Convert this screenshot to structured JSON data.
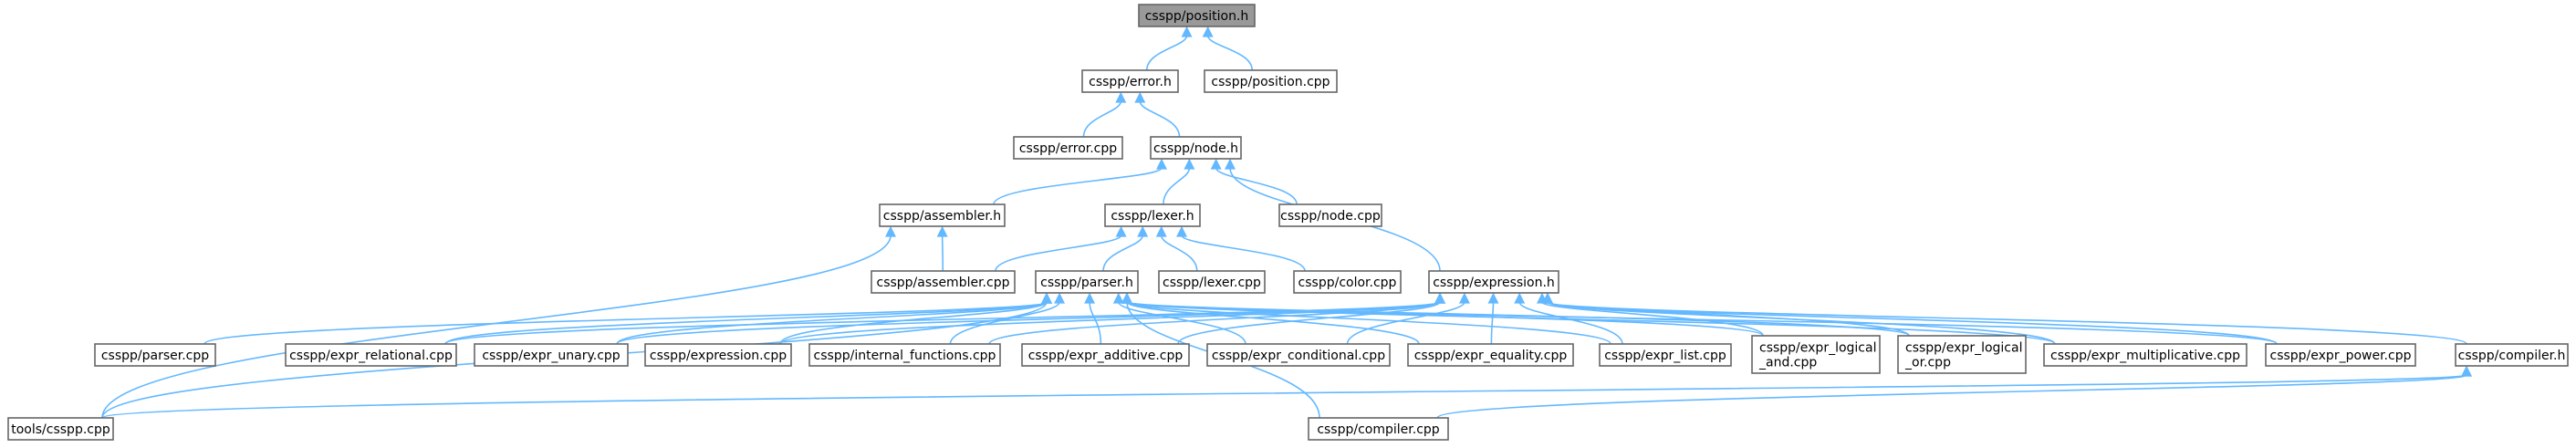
{
  "diagram": {
    "type": "include-dependency-graph",
    "colors": {
      "edge": "#63b8ff",
      "root_fill": "#999999",
      "node_fill": "#ffffff",
      "node_border": "#666666"
    },
    "root": "csspp/position.h",
    "nodes": [
      {
        "id": "position_h",
        "lines": [
          "csspp/position.h"
        ],
        "root": true
      },
      {
        "id": "error_h",
        "lines": [
          "csspp/error.h"
        ]
      },
      {
        "id": "position_cpp",
        "lines": [
          "csspp/position.cpp"
        ]
      },
      {
        "id": "error_cpp",
        "lines": [
          "csspp/error.cpp"
        ]
      },
      {
        "id": "node_h",
        "lines": [
          "csspp/node.h"
        ]
      },
      {
        "id": "assembler_h",
        "lines": [
          "csspp/assembler.h"
        ]
      },
      {
        "id": "lexer_h",
        "lines": [
          "csspp/lexer.h"
        ]
      },
      {
        "id": "node_cpp",
        "lines": [
          "csspp/node.cpp"
        ]
      },
      {
        "id": "assembler_cpp",
        "lines": [
          "csspp/assembler.cpp"
        ]
      },
      {
        "id": "parser_h",
        "lines": [
          "csspp/parser.h"
        ]
      },
      {
        "id": "lexer_cpp",
        "lines": [
          "csspp/lexer.cpp"
        ]
      },
      {
        "id": "color_cpp",
        "lines": [
          "csspp/color.cpp"
        ]
      },
      {
        "id": "expression_h",
        "lines": [
          "csspp/expression.h"
        ]
      },
      {
        "id": "parser_cpp",
        "lines": [
          "csspp/parser.cpp"
        ]
      },
      {
        "id": "expr_relational_cpp",
        "lines": [
          "csspp/expr_relational.cpp"
        ]
      },
      {
        "id": "expr_unary_cpp",
        "lines": [
          "csspp/expr_unary.cpp"
        ]
      },
      {
        "id": "expression_cpp",
        "lines": [
          "csspp/expression.cpp"
        ]
      },
      {
        "id": "internal_functions_cpp",
        "lines": [
          "csspp/internal_functions.cpp"
        ]
      },
      {
        "id": "expr_additive_cpp",
        "lines": [
          "csspp/expr_additive.cpp"
        ]
      },
      {
        "id": "expr_conditional_cpp",
        "lines": [
          "csspp/expr_conditional.cpp"
        ]
      },
      {
        "id": "expr_equality_cpp",
        "lines": [
          "csspp/expr_equality.cpp"
        ]
      },
      {
        "id": "expr_list_cpp",
        "lines": [
          "csspp/expr_list.cpp"
        ]
      },
      {
        "id": "expr_logical_and_cpp",
        "lines": [
          "csspp/expr_logical",
          "_and.cpp"
        ]
      },
      {
        "id": "expr_logical_or_cpp",
        "lines": [
          "csspp/expr_logical",
          "_or.cpp"
        ]
      },
      {
        "id": "expr_multiplicative_cpp",
        "lines": [
          "csspp/expr_multiplicative.cpp"
        ]
      },
      {
        "id": "expr_power_cpp",
        "lines": [
          "csspp/expr_power.cpp"
        ]
      },
      {
        "id": "compiler_h",
        "lines": [
          "csspp/compiler.h"
        ]
      },
      {
        "id": "tools_csspp_cpp",
        "lines": [
          "tools/csspp.cpp"
        ]
      },
      {
        "id": "compiler_cpp",
        "lines": [
          "csspp/compiler.cpp"
        ]
      }
    ],
    "edges": [
      [
        "error_h",
        "position_h"
      ],
      [
        "position_cpp",
        "position_h"
      ],
      [
        "error_cpp",
        "error_h"
      ],
      [
        "node_h",
        "error_h"
      ],
      [
        "assembler_h",
        "node_h"
      ],
      [
        "lexer_h",
        "node_h"
      ],
      [
        "node_cpp",
        "node_h"
      ],
      [
        "expression_h",
        "node_h"
      ],
      [
        "assembler_cpp",
        "assembler_h"
      ],
      [
        "tools_csspp_cpp",
        "assembler_h"
      ],
      [
        "assembler_cpp",
        "lexer_h"
      ],
      [
        "parser_h",
        "lexer_h"
      ],
      [
        "lexer_cpp",
        "lexer_h"
      ],
      [
        "color_cpp",
        "lexer_h"
      ],
      [
        "parser_cpp",
        "parser_h"
      ],
      [
        "expr_relational_cpp",
        "parser_h"
      ],
      [
        "expr_unary_cpp",
        "parser_h"
      ],
      [
        "expression_cpp",
        "parser_h"
      ],
      [
        "internal_functions_cpp",
        "parser_h"
      ],
      [
        "expr_additive_cpp",
        "parser_h"
      ],
      [
        "expr_conditional_cpp",
        "parser_h"
      ],
      [
        "expr_equality_cpp",
        "parser_h"
      ],
      [
        "expr_list_cpp",
        "parser_h"
      ],
      [
        "expr_logical_and_cpp",
        "parser_h"
      ],
      [
        "expr_logical_or_cpp",
        "parser_h"
      ],
      [
        "expr_multiplicative_cpp",
        "parser_h"
      ],
      [
        "expr_power_cpp",
        "parser_h"
      ],
      [
        "tools_csspp_cpp",
        "parser_h"
      ],
      [
        "compiler_cpp",
        "parser_h"
      ],
      [
        "expr_relational_cpp",
        "expression_h"
      ],
      [
        "expr_unary_cpp",
        "expression_h"
      ],
      [
        "expression_cpp",
        "expression_h"
      ],
      [
        "internal_functions_cpp",
        "expression_h"
      ],
      [
        "expr_additive_cpp",
        "expression_h"
      ],
      [
        "expr_conditional_cpp",
        "expression_h"
      ],
      [
        "expr_equality_cpp",
        "expression_h"
      ],
      [
        "expr_list_cpp",
        "expression_h"
      ],
      [
        "expr_logical_and_cpp",
        "expression_h"
      ],
      [
        "expr_logical_or_cpp",
        "expression_h"
      ],
      [
        "expr_multiplicative_cpp",
        "expression_h"
      ],
      [
        "expr_power_cpp",
        "expression_h"
      ],
      [
        "compiler_h",
        "expression_h"
      ],
      [
        "tools_csspp_cpp",
        "compiler_h"
      ],
      [
        "compiler_cpp",
        "compiler_h"
      ]
    ]
  }
}
